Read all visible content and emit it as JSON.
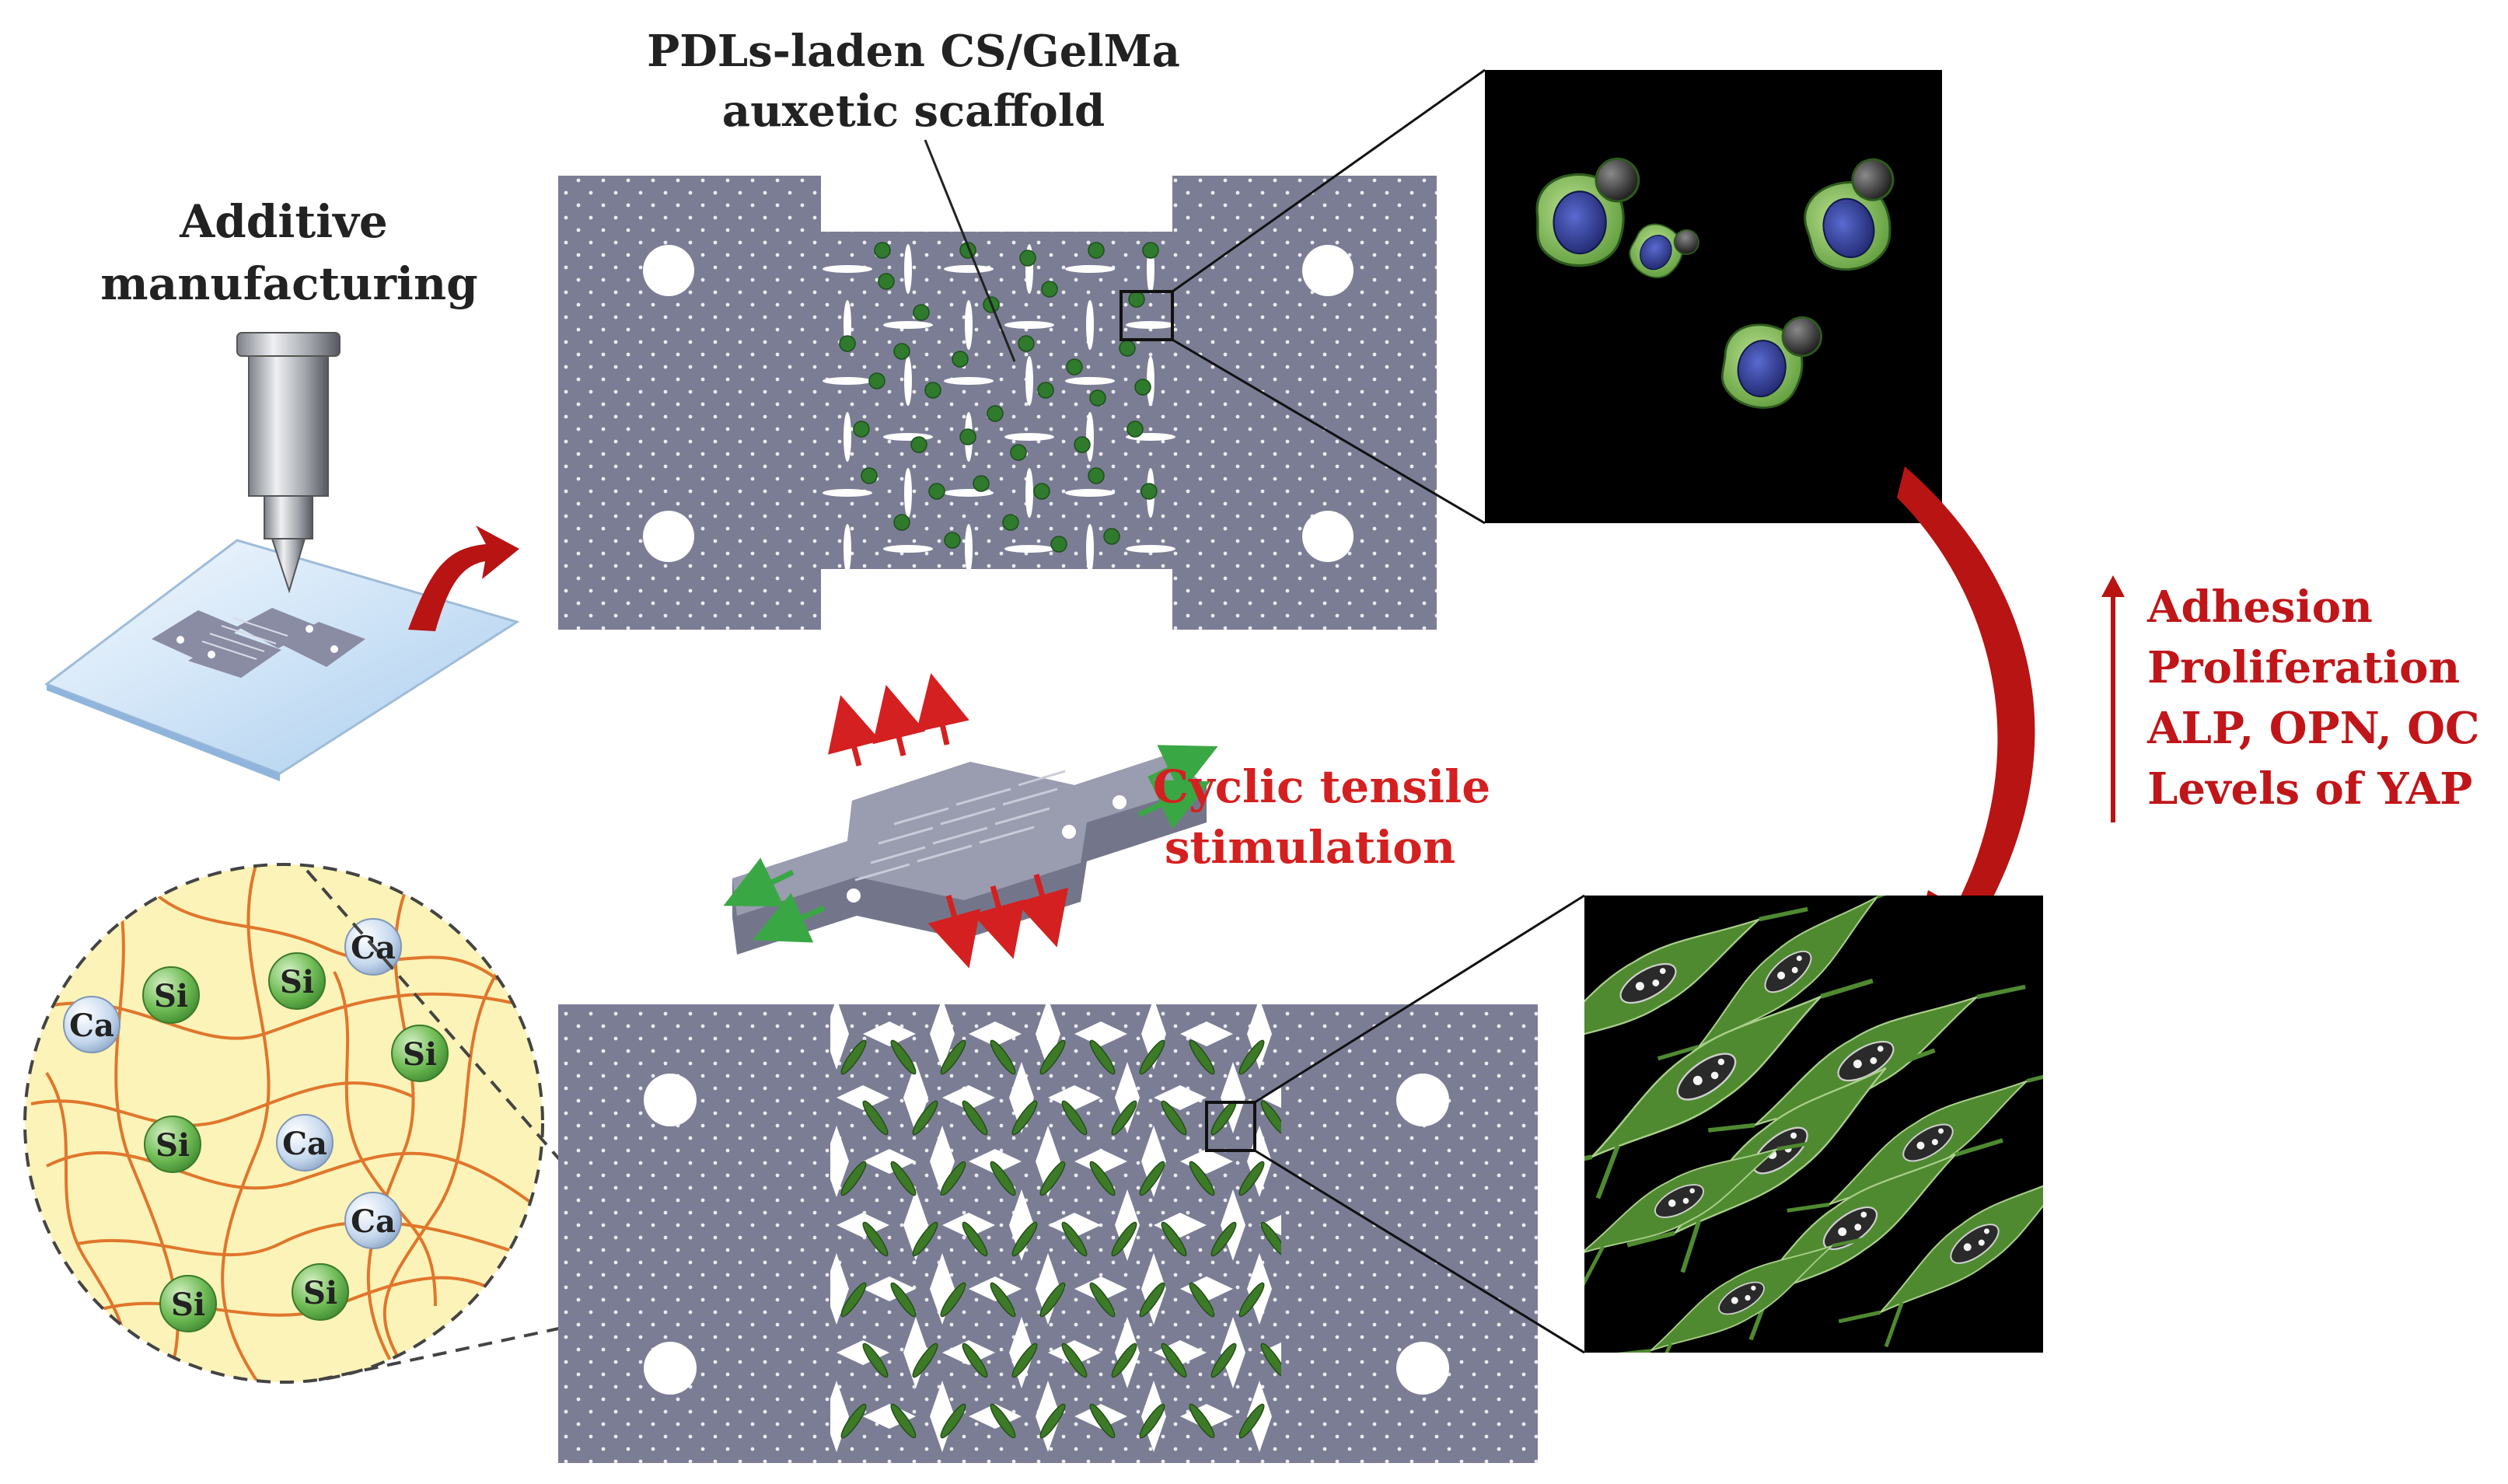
{
  "labels": {
    "additive_line1": "Additive",
    "additive_line2": "manufacturing",
    "scaffold_line1": "PDLs-laden CS/GelMa",
    "scaffold_line2": "auxetic scaffold",
    "stim_line1": "Cyclic tensile",
    "stim_line2": "stimulation"
  },
  "outcomes": [
    "Adhesion",
    "Proliferation",
    "ALP, OPN, OC",
    "Levels of YAP"
  ],
  "ions": [
    {
      "symbol": "Ca",
      "kind": "calcium"
    },
    {
      "symbol": "Si",
      "kind": "silicon"
    },
    {
      "symbol": "Si",
      "kind": "silicon"
    },
    {
      "symbol": "Ca",
      "kind": "calcium"
    },
    {
      "symbol": "Si",
      "kind": "silicon"
    },
    {
      "symbol": "Si",
      "kind": "silicon"
    },
    {
      "symbol": "Ca",
      "kind": "calcium"
    },
    {
      "symbol": "Ca",
      "kind": "calcium"
    },
    {
      "symbol": "Si",
      "kind": "silicon"
    },
    {
      "symbol": "Si",
      "kind": "silicon"
    }
  ],
  "colors": {
    "scaffold": "#7b7d95",
    "highlight_red": "#d42020",
    "arrow_red": "#b81414",
    "cell_green": "#4f8a30",
    "cell_nucleus": "#2a3480",
    "hydrogel_bg": "#fbf3b8",
    "fiber": "#e0762c",
    "si_green": "#6fbb55",
    "ca_blue": "#c6d8ee",
    "stretch_green": "#3aa745",
    "text": "#222222"
  },
  "icons": [
    "nozzle-icon",
    "print-bed-icon",
    "curved-arrow-icon",
    "up-arrow-icon",
    "stretch-arrow-icon"
  ]
}
